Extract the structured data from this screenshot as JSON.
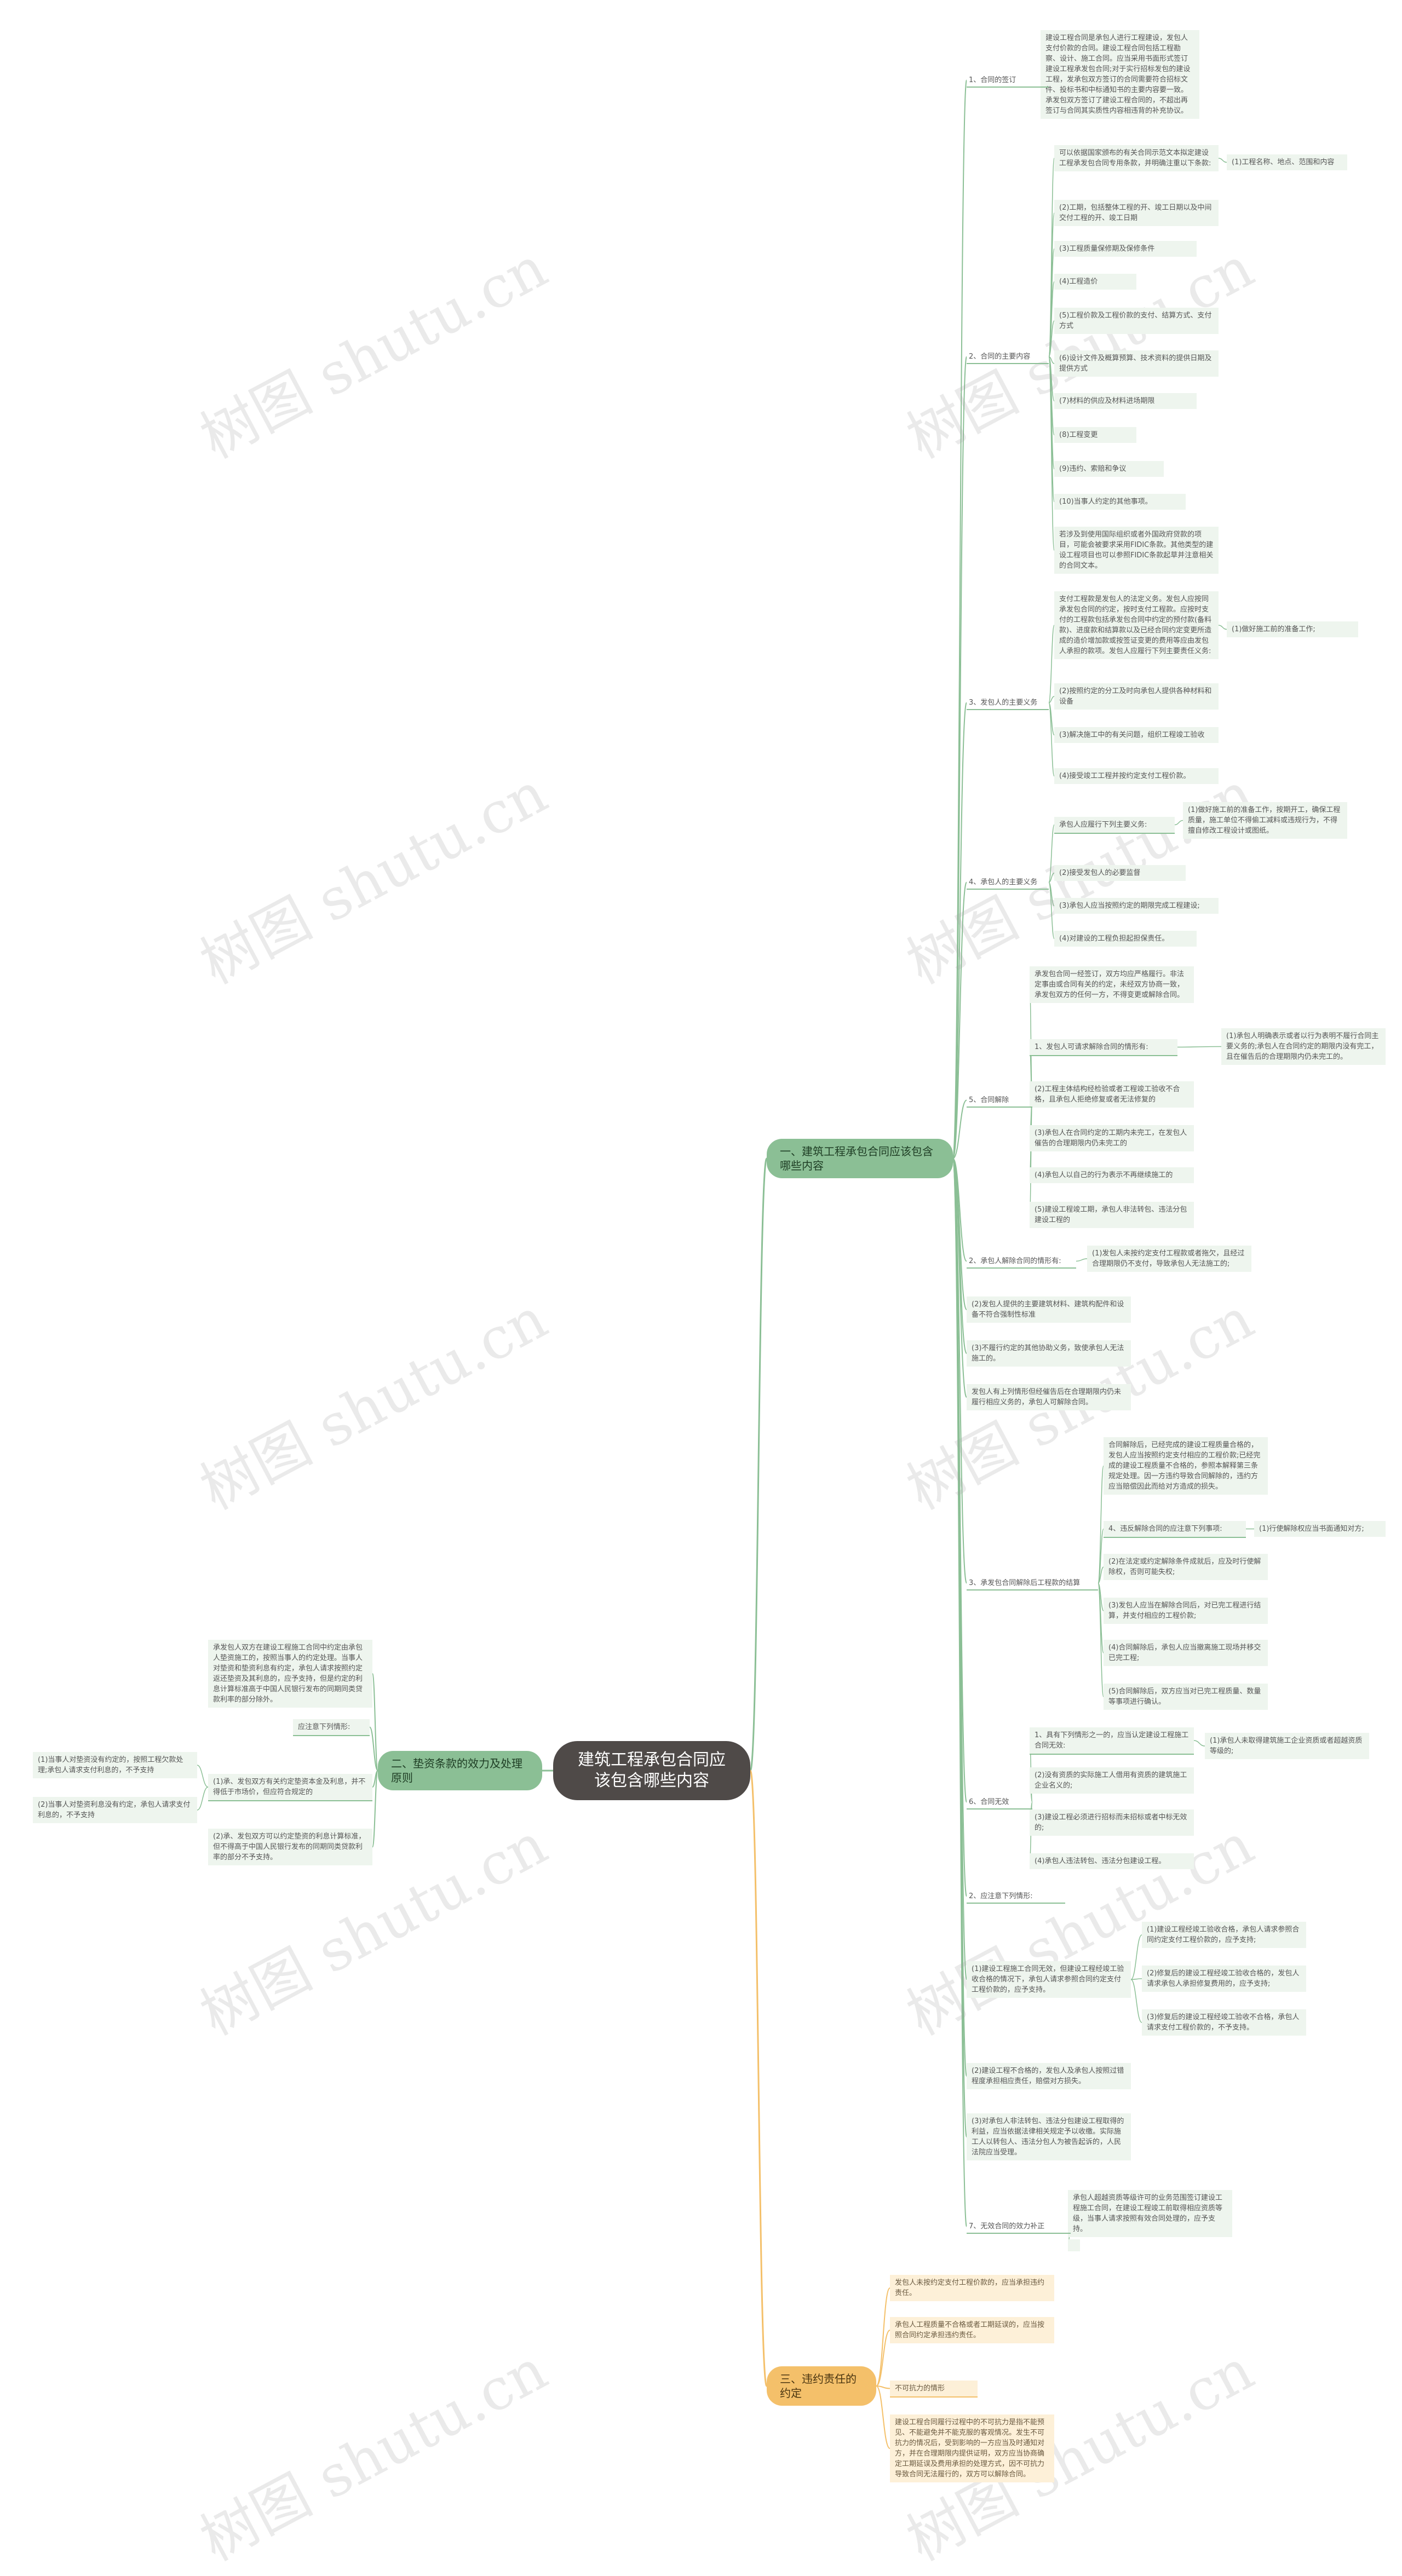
{
  "root": "建筑工程承包合同应该包含哪些内容",
  "watermark": "树图 shutu.cn",
  "colors": {
    "green": "#8bbf95",
    "orange": "#f4c06a",
    "root": "#4f4a48"
  },
  "b1": {
    "title": "一、建筑工程承包合同应该包含哪些内容",
    "s1": {
      "label": "1、合同的签订",
      "text": "建设工程合同是承包人进行工程建设，发包人支付价款的合同。建设工程合同包括工程勘察、设计、施工合同。应当采用书面形式签订建设工程承发包合同;对于实行招标发包的建设工程，发承包双方签订的合同需要符合招标文件、投标书和中标通知书的主要内容要一致。承发包双方签订了建设工程合同的，不超出再签订与合同其实质性内容相违背的补充协议。"
    },
    "s2": {
      "label": "2、合同的主要内容",
      "i1": "可以依据国家颁布的有关合同示范文本拟定建设工程承发包合同专用条款，并明确注重以下条款:",
      "i1c": "(1)工程名称、地点、范围和内容",
      "i2": "(2)工期，包括整体工程的开、竣工日期以及中间交付工程的开、竣工日期",
      "i3": "(3)工程质量保修期及保修条件",
      "i4": "(4)工程造价",
      "i5": "(5)工程价款及工程价款的支付、结算方式、支付方式",
      "i6": "(6)设计文件及概算预算、技术资料的提供日期及提供方式",
      "i7": "(7)材料的供应及材料进场期限",
      "i8": "(8)工程变更",
      "i9": "(9)违约、索赔和争议",
      "i10": "(10)当事人约定的其他事项。",
      "i11": "若涉及到使用国际组织或者外国政府贷款的项目，可能会被要求采用FIDIC条款。其他类型的建设工程项目也可以参照FIDIC条款起草并注意相关的合同文本。"
    },
    "s3": {
      "label": "3、发包人的主要义务",
      "i1": "支付工程款是发包人的法定义务。发包人应按同承发包合同的约定，按时支付工程款。应按时支付的工程款包括承发包合同中约定的预付款(备料款)、进度款和结算款以及已经合同约定变更所造成的造价增加款或按签证变更的费用等应由发包人承担的款项。发包人应履行下列主要责任义务:",
      "i1c": "(1)做好施工前的准备工作;",
      "i2": "(2)按照约定的分工及时向承包人提供各种材料和设备",
      "i3": "(3)解决施工中的有关问题，组织工程竣工验收",
      "i4": "(4)接受竣工工程并按约定支付工程价款。"
    },
    "s4": {
      "label": "4、承包人的主要义务",
      "i1": "承包人应履行下列主要义务:",
      "i1c": "(1)做好施工前的准备工作，按期开工，确保工程质量，施工单位不得偷工减料或违规行为，不得擅自修改工程设计或图纸。",
      "i2": "(2)接受发包人的必要监督",
      "i3": "(3)承包人应当按照约定的期限完成工程建设;",
      "i4": "(4)对建设的工程负担起担保责任。"
    },
    "s5": {
      "label": "5、合同解除",
      "i1": "承发包合同一经签订，双方均应严格履行。非法定事由或合同有关的约定，未经双方协商一致，承发包双方的任何一方，不得变更或解除合同。",
      "i2": "1、发包人可请求解除合同的情形有:",
      "i2c": "(1)承包人明确表示或者以行为表明不履行合同主要义务的;承包人在合同约定的期限内没有完工，且在催告后的合理期限内仍未完工的。",
      "i3": "(2)工程主体结构经检验或者工程竣工验收不合格，且承包人拒绝修复或者无法修复的",
      "i4": "(3)承包人在合同约定的工期内未完工，在发包人催告的合理期限内仍未完工的",
      "i5": "(4)承包人以自己的行为表示不再继续施工的",
      "i6": "(5)建设工程竣工期，承包人非法转包、违法分包建设工程的"
    },
    "f1": {
      "label": "2、承包人解除合同的情形有:",
      "c": "(1)发包人未按约定支付工程款或者拖欠，且经过合理期限仍不支付，导致承包人无法施工的;",
      "a": "(2)发包人提供的主要建筑材料、建筑构配件和设备不符合强制性标准",
      "b": "(3)不履行约定的其他协助义务，致使承包人无法施工的。",
      "d": "发包人有上列情形但经催告后在合理期限内仍未履行相应义务的，承包人可解除合同。"
    },
    "f3": {
      "label": "3、承发包合同解除后工程款的结算",
      "a": "合同解除后，已经完成的建设工程质量合格的，发包人应当按照约定支付相应的工程价款;已经完成的建设工程质量不合格的，参照本解释第三条规定处理。因一方违约导致合同解除的，违约方应当赔偿因此而给对方造成的损失。",
      "b": "4、违反解除合同的应注意下列事项:",
      "bc": "(1)行使解除权应当书面通知对方;",
      "c": "(2)在法定或约定解除条件成就后，应及时行使解除权，否则可能失权;",
      "d": "(3)发包人应当在解除合同后，对已完工程进行结算，并支付相应的工程价款;",
      "e": "(4)合同解除后，承包人应当撤离施工现场并移交已完工程;",
      "f": "(5)合同解除后，双方应当对已完工程质量、数量等事项进行确认。"
    },
    "f6": {
      "label": "6、合同无效",
      "i1": "1、具有下列情形之一的，应当认定建设工程施工合同无效:",
      "i1c": "(1)承包人未取得建筑施工企业资质或者超越资质等级的;",
      "i2": "(2)没有资质的实际施工人借用有资质的建筑施工企业名义的;",
      "i3": "(3)建设工程必须进行招标而未招标或者中标无效的;",
      "i4": "(4)承包人违法转包、违法分包建设工程。"
    },
    "f7": {
      "label": "2、应注意下列情形:",
      "a": "(1)建设工程施工合同无效，但建设工程经竣工验收合格的情况下，承包人请求参照合同约定支付工程价款的，应予支持。",
      "ac1": "(1)建设工程经竣工验收合格，承包人请求参照合同约定支付工程价款的，应予支持;",
      "ac2": "(2)修复后的建设工程经竣工验收合格的，发包人请求承包人承担修复费用的，应予支持;",
      "ac3": "(3)修复后的建设工程经竣工验收不合格，承包人请求支付工程价款的，不予支持。",
      "b": "(2)建设工程不合格的，发包人及承包人按照过错程度承担相应责任，赔偿对方损失。",
      "c": "(3)对承包人非法转包、违法分包建设工程取得的利益，应当依据法律相关规定予以收缴。实际施工人以转包人、违法分包人为被告起诉的，人民法院应当受理。"
    },
    "f8": {
      "label": "7、无效合同的效力补正",
      "a": "承包人超越资质等级许可的业务范围签订建设工程施工合同，在建设工程竣工前取得相应资质等级，当事人请求按照有效合同处理的，应予支持。"
    }
  },
  "b2": {
    "title": "二、垫资条款的效力及处理原则",
    "i1": "承发包人双方在建设工程施工合同中约定由承包人垫资施工的，按照当事人的约定处理。当事人对垫资和垫资利息有约定，承包人请求按照约定返还垫资及其利息的，应予支持，但是约定的利息计算标准高于中国人民银行发布的同期同类贷款利率的部分除外。",
    "i2": "应注意下列情形:",
    "i3": "(1)承、发包双方有关约定垫资本金及利息，并不得低于市场价，但应符合规定的",
    "i3c1": "(1)当事人对垫资没有约定的，按照工程欠款处理;承包人请求支付利息的，不予支持",
    "i3c2": "(2)当事人对垫资利息没有约定，承包人请求支付利息的，不予支持",
    "i4": "(2)承、发包双方可以约定垫资的利息计算标准，但不得高于中国人民银行发布的同期同类贷款利率的部分不予支持。"
  },
  "b3": {
    "title": "三、违约责任的约定",
    "i1": "发包人未按约定支付工程价款的，应当承担违约责任。",
    "i2": "承包人工程质量不合格或者工期延误的，应当按照合同约定承担违约责任。",
    "i3": "不可抗力的情形",
    "i4": "建设工程合同履行过程中的不可抗力是指不能预见、不能避免并不能克服的客观情况。发生不可抗力的情况后，受到影响的一方应当及时通知对方，并在合理期限内提供证明，双方应当协商确定工期延误及费用承担的处理方式，因不可抗力导致合同无法履行的，双方可以解除合同。"
  }
}
